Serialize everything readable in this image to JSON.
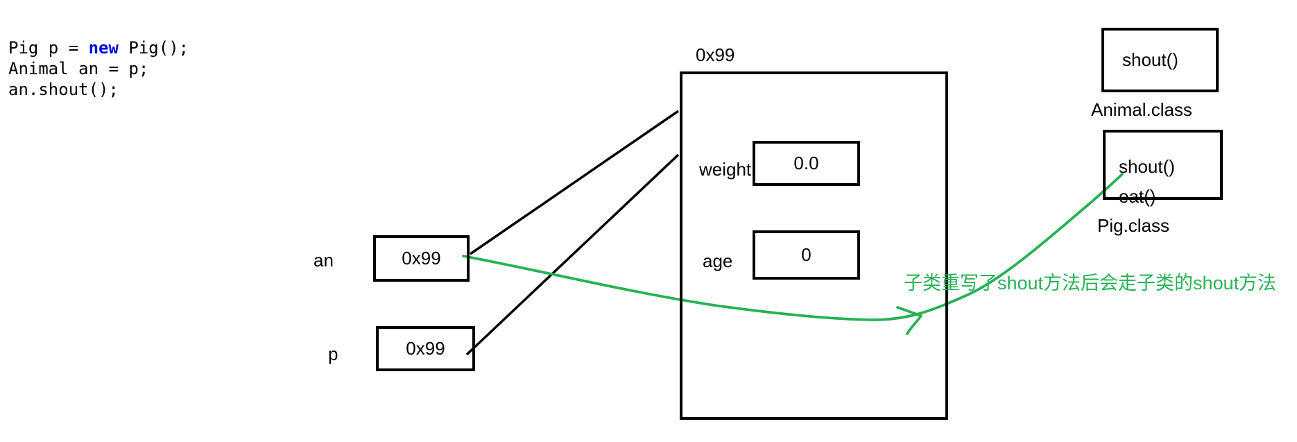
{
  "code": {
    "line1_pre": "Pig p = ",
    "line1_keyword": "new",
    "line1_post": " Pig();",
    "line2": "Animal an = p;",
    "line3": "an.shout();"
  },
  "references": [
    {
      "label": "an",
      "value": "0x99"
    },
    {
      "label": "p",
      "value": "0x99"
    }
  ],
  "object": {
    "address_label": "0x99",
    "fields": [
      {
        "name": "weight",
        "value": "0.0"
      },
      {
        "name": "age",
        "value": "0"
      }
    ]
  },
  "classes": [
    {
      "label": "Animal.class",
      "methods": [
        "shout()"
      ]
    },
    {
      "label": "Pig.class",
      "methods": [
        "shout()",
        "eat()"
      ]
    }
  ],
  "annotation": {
    "text": "子类重写了shout方法后会走子类的shout方法"
  },
  "colors": {
    "keyword_blue": "#0000e0",
    "line_black": "#000000",
    "annotation_green": "#26b254"
  }
}
